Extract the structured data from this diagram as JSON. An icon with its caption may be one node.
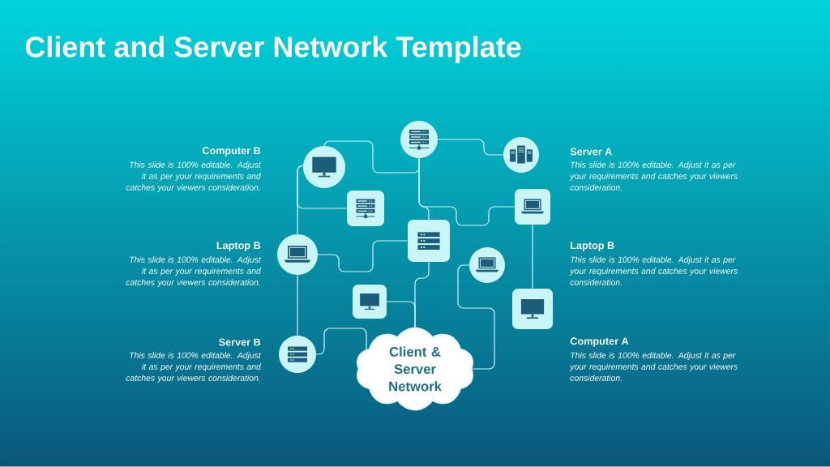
{
  "diagram": {
    "title": "Client and Server Network Template",
    "nodes": [
      {
        "text": [],
        "shape": "circle"
      },
      {
        "text": [],
        "shape": "circle"
      },
      {
        "text": [],
        "shape": "circle"
      },
      {
        "text": [],
        "shape": "box"
      },
      {
        "text": [],
        "shape": "box"
      },
      {
        "text": [],
        "shape": "box"
      },
      {
        "text": [],
        "shape": "circle"
      },
      {
        "text": [],
        "shape": "circle"
      },
      {
        "text": [],
        "shape": "box"
      },
      {
        "text": [],
        "shape": "box"
      },
      {
        "text": [],
        "shape": "circle"
      },
      {
        "text": [
          "Client & Server Network"
        ]
      }
    ],
    "edges": [
      {
        "from": 0,
        "to": 2,
        "arrow": "none"
      },
      {
        "from": 1,
        "to": 0,
        "arrow": "none"
      },
      {
        "from": 0,
        "to": 5,
        "arrow": "none"
      },
      {
        "from": 0,
        "to": 4,
        "arrow": "none"
      },
      {
        "from": 1,
        "to": 6,
        "arrow": "none"
      },
      {
        "from": 3,
        "to": 1,
        "arrow": "none"
      },
      {
        "from": 6,
        "to": 5,
        "arrow": "none"
      },
      {
        "from": 6,
        "to": 10,
        "arrow": "none"
      },
      {
        "from": 10,
        "to": 11,
        "arrow": "none"
      },
      {
        "from": 5,
        "to": 11,
        "arrow": "none"
      },
      {
        "from": 8,
        "to": 11,
        "arrow": "none"
      },
      {
        "from": 7,
        "to": 11,
        "arrow": "none"
      },
      {
        "from": 4,
        "to": 9,
        "arrow": "none"
      }
    ],
    "labels": [
      "Computer B",
      "This slide is 100% editable. Adjust it as per your requirements and catches your viewers consideration.",
      "Server A",
      "This slide is 100% editable. Adjust it as per your requirements and catches your viewers consideration.",
      "Laptop B",
      "This slide is 100% editable. Adjust it as per your requirements and catches your viewers consideration.",
      "Laptop B",
      "This slide is 100% editable. Adjust it as per your requirements and catches your viewers consideration.",
      "Server B",
      "This slide is 100% editable. Adjust it as per your requirements and catches your viewers consideration.",
      "Computer A",
      "This slide is 100% editable. Adjust it as per your requirements and catches your viewers consideration."
    ]
  }
}
